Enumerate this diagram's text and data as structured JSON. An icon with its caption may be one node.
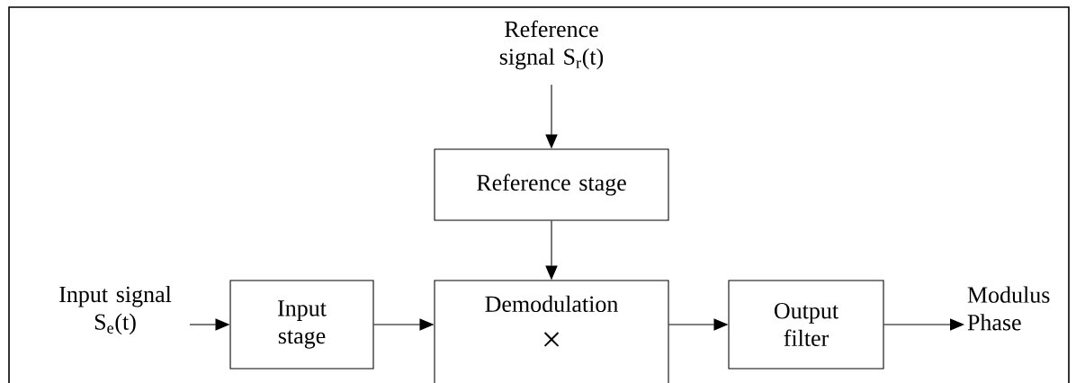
{
  "diagram": {
    "nodes": [
      {
        "text": [
          "Reference signal S$_{r}$(t)"
        ]
      },
      {
        "text": [
          "Reference stage"
        ]
      },
      {
        "text": [
          "Input signal S$_{e}$(t)"
        ]
      },
      {
        "text": [
          "Input stage"
        ]
      },
      {
        "text": [
          "Demodulation",
          "×"
        ]
      },
      {
        "text": [
          "Output filter"
        ]
      },
      {
        "text": [
          "Modulus Phase"
        ]
      }
    ],
    "edges": [
      {
        "from": 0,
        "to": 1,
        "arrow": "to"
      },
      {
        "from": 1,
        "to": 4,
        "arrow": "to"
      },
      {
        "from": 2,
        "to": 3,
        "arrow": "to"
      },
      {
        "from": 3,
        "to": 4,
        "arrow": "to"
      },
      {
        "from": 4,
        "to": 5,
        "arrow": "to"
      },
      {
        "from": 5,
        "to": 6,
        "arrow": "to"
      }
    ]
  }
}
